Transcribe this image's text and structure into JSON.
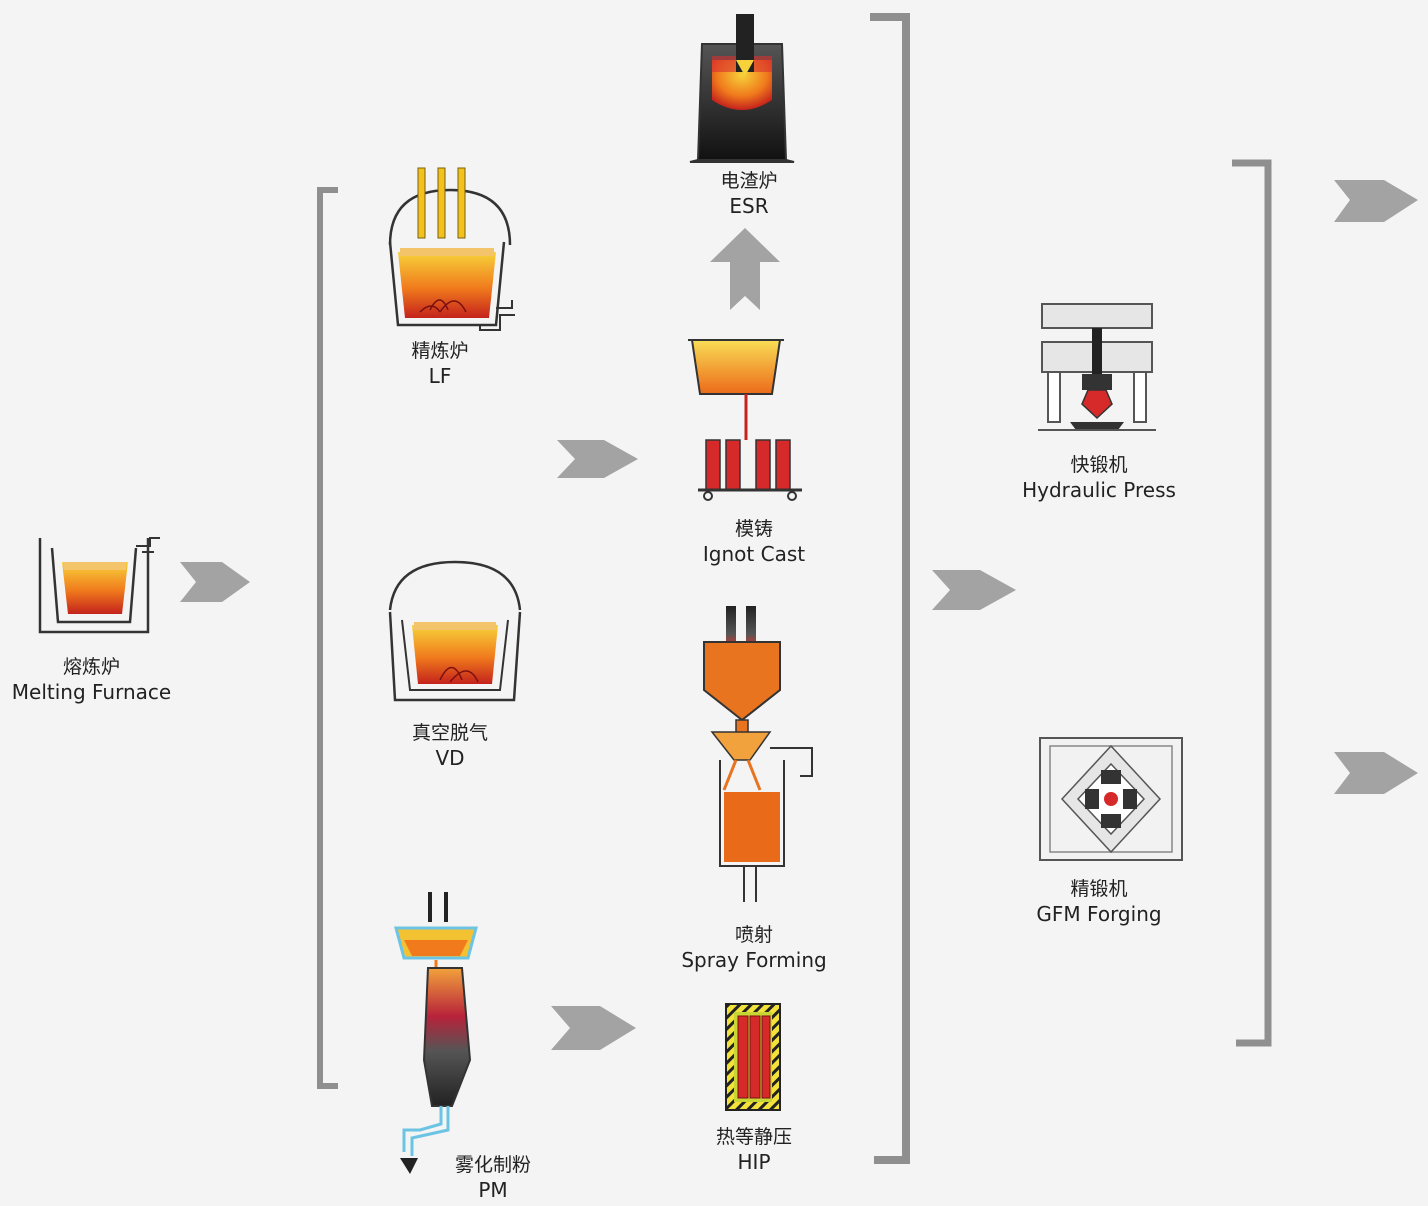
{
  "steps": {
    "melting": {
      "zh": "熔炼炉",
      "en": "Melting Furnace"
    },
    "lf": {
      "zh": "精炼炉",
      "en": "LF"
    },
    "vd": {
      "zh": "真空脱气",
      "en": "VD"
    },
    "pm": {
      "zh": "雾化制粉",
      "en": "PM"
    },
    "esr": {
      "zh": "电渣炉",
      "en": "ESR"
    },
    "ingot": {
      "zh": "模铸",
      "en": "Ignot Cast"
    },
    "spray": {
      "zh": "喷射",
      "en": "Spray Forming"
    },
    "hip": {
      "zh": "热等静压",
      "en": "HIP"
    },
    "press": {
      "zh": "快锻机",
      "en": "Hydraulic Press"
    },
    "gfm": {
      "zh": "精锻机",
      "en": "GFM Forging"
    }
  },
  "colors": {
    "arrow": "#a3a3a3",
    "bracket": "#8f8f8f",
    "molten_hot": "#f7d23a",
    "molten_mid": "#f07a1c",
    "molten_deep": "#c4221c",
    "metal_dark": "#333333",
    "yellow_electrode": "#f2c21b",
    "hip_green": "#c8d635"
  }
}
